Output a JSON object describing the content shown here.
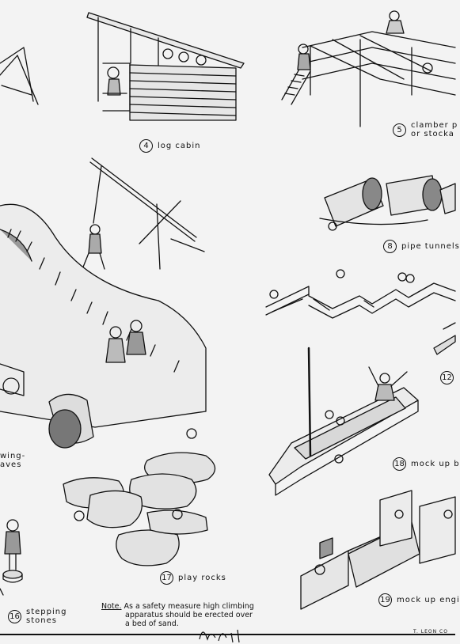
{
  "labels": {
    "log_cabin": {
      "num": "4",
      "text": "log cabin"
    },
    "clamber": {
      "num": "5",
      "line1": "clamber p",
      "line2": "or stocka"
    },
    "pipe_tunnels": {
      "num": "8",
      "text": "pipe tunnels"
    },
    "twelve": {
      "num": "12"
    },
    "mock_up_b": {
      "num": "18",
      "text": "mock up b"
    },
    "mock_up_engine": {
      "num": "19",
      "text": "mock up engi"
    },
    "play_rocks": {
      "num": "17",
      "text": "play rocks"
    },
    "stepping": {
      "num": "16",
      "line1": "stepping",
      "line2": "stones"
    },
    "swing": {
      "line1": "wing-",
      "line2": "aves"
    }
  },
  "note": {
    "lead": "Note.",
    "line1": "As a safety measure high climbing",
    "line2": "apparatus should be erected over",
    "line3": "a bed of sand."
  },
  "credit": "T. LEON CO",
  "signature": "l.8.0.1."
}
